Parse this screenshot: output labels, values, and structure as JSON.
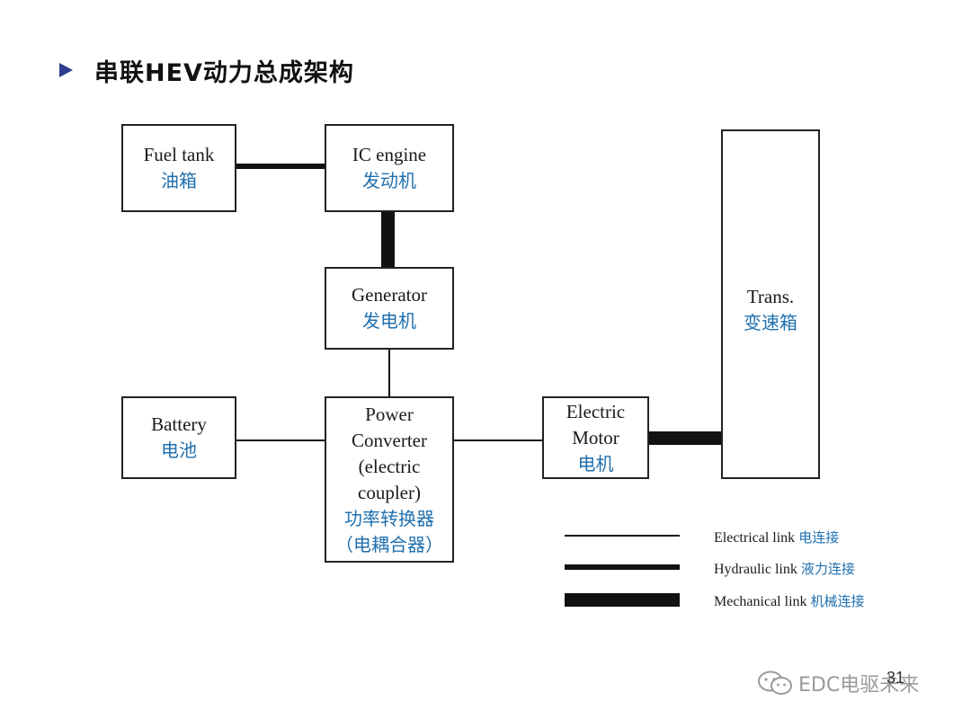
{
  "title": "串联HEV动力总成架构",
  "boxes": {
    "fuel_tank": {
      "en": [
        "Fuel tank"
      ],
      "cn": [
        "油箱"
      ]
    },
    "ic_engine": {
      "en": [
        "IC engine"
      ],
      "cn": [
        "发动机"
      ]
    },
    "generator": {
      "en": [
        "Generator"
      ],
      "cn": [
        "发电机"
      ]
    },
    "battery": {
      "en": [
        "Battery"
      ],
      "cn": [
        "电池"
      ]
    },
    "power_converter": {
      "en": [
        "Power",
        "Converter",
        "(electric",
        "coupler)"
      ],
      "cn": [
        "功率转换器",
        "（电耦合器）"
      ]
    },
    "electric_motor": {
      "en": [
        "Electric",
        "Motor"
      ],
      "cn": [
        "电机"
      ]
    },
    "transmission": {
      "en": [
        "Trans."
      ],
      "cn": [
        "变速箱"
      ]
    }
  },
  "legend": [
    {
      "type": "electrical",
      "en": "Electrical link",
      "cn": "电连接"
    },
    {
      "type": "hydraulic",
      "en": "Hydraulic link",
      "cn": "液力连接"
    },
    {
      "type": "mechanical",
      "en": "Mechanical link",
      "cn": "机械连接"
    }
  ],
  "page_number": "31",
  "watermark": "EDC电驱未来",
  "colors": {
    "chinese_text": "#1f6fae",
    "bullet": "#2c3e8f",
    "lines": "#111111"
  },
  "icons": {
    "bullet": "arrow-bullet-icon",
    "watermark": "wechat-icon"
  }
}
